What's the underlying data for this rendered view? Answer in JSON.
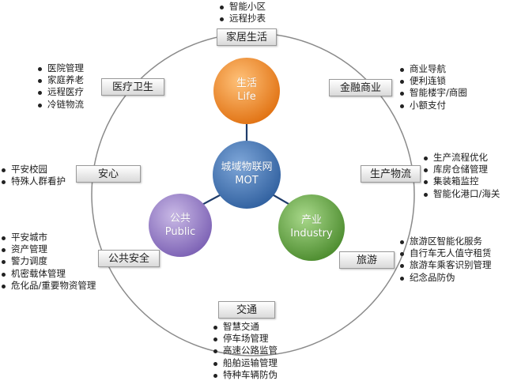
{
  "center": {
    "line1": "城域物联网",
    "line2": "MOT"
  },
  "hubs": {
    "life": {
      "line1": "生活",
      "line2": "Life",
      "color": "#f28c28"
    },
    "public": {
      "line1": "公共",
      "line2": "Public",
      "color": "#9b83c9"
    },
    "industry": {
      "line1": "产业",
      "line2": "Industry",
      "color": "#6aa84f"
    }
  },
  "categories": {
    "home": {
      "label": "家居生活",
      "items": [
        "智能小区",
        "远程抄表"
      ]
    },
    "finance": {
      "label": "金融商业",
      "items": [
        "商业导航",
        "便利连锁",
        "智能楼宇/商圈",
        "小额支付"
      ]
    },
    "production": {
      "label": "生产物流",
      "items": [
        "生产流程优化",
        "库房仓储管理",
        "集装箱监控",
        "智能化港口/海关"
      ]
    },
    "tourism": {
      "label": "旅游",
      "items": [
        "旅游区智能化服务",
        "自行车无人值守租赁",
        "旅游车乘客识别管理",
        "纪念品防伪"
      ]
    },
    "traffic": {
      "label": "交通",
      "items": [
        "智慧交通",
        "停车场管理",
        "高速公路监管",
        "船舶运输管理",
        "特种车辆防伪"
      ]
    },
    "security": {
      "label": "公共安全",
      "items": [
        "平安城市",
        "资产管理",
        "警力调度",
        "机密载体管理",
        "危化品/重要物资管理"
      ]
    },
    "safety": {
      "label": "安心",
      "items": [
        "平安校园",
        "特殊人群看护"
      ]
    },
    "medical": {
      "label": "医疗卫生",
      "items": [
        "医院管理",
        "家庭养老",
        "远程医疗",
        "冷链物流"
      ]
    }
  }
}
